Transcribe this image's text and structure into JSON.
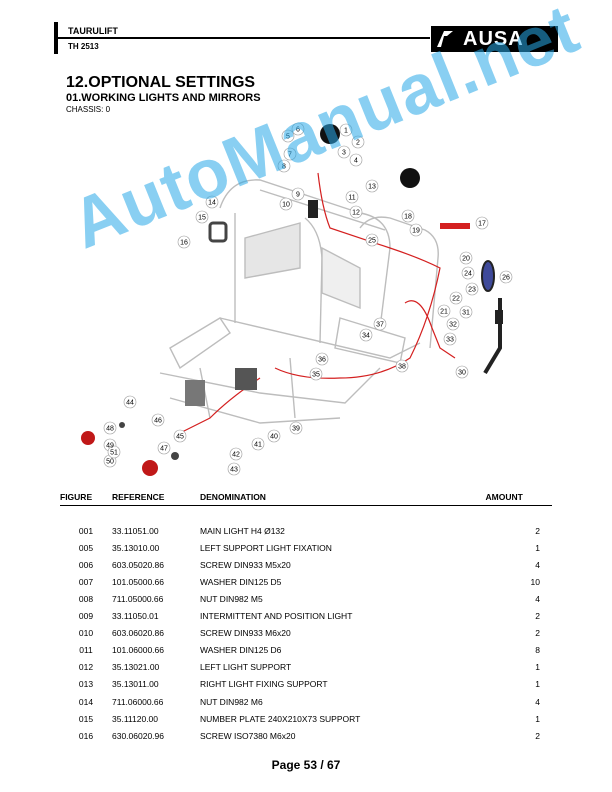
{
  "header": {
    "model": "TAURULIFT",
    "code": "TH 2513",
    "brand": "AUSA"
  },
  "section": {
    "title": "12.OPTIONAL SETTINGS",
    "subtitle": "01.WORKING LIGHTS AND MIRRORS",
    "chassis": "CHASSIS: 0"
  },
  "watermark": "AutoManual.net",
  "diagram_labels": [
    "1",
    "2",
    "3",
    "4",
    "5",
    "6",
    "7",
    "8",
    "9",
    "10",
    "11",
    "12",
    "13",
    "14",
    "15",
    "16",
    "17",
    "18",
    "19",
    "20",
    "21",
    "22",
    "23",
    "24",
    "25",
    "26",
    "30",
    "31",
    "32",
    "33",
    "34",
    "35",
    "36",
    "37",
    "38",
    "39",
    "40",
    "41",
    "42",
    "43",
    "44",
    "45",
    "46",
    "47",
    "48",
    "49",
    "50",
    "51"
  ],
  "table": {
    "headers": {
      "figure": "FIGURE",
      "reference": "REFERENCE",
      "denomination": "DENOMINATION",
      "amount": "AMOUNT"
    },
    "rows": [
      {
        "figure": "001",
        "reference": "33.11051.00",
        "denomination": "MAIN LIGHT H4 Ø132",
        "amount": "2"
      },
      {
        "figure": "005",
        "reference": "35.13010.00",
        "denomination": "LEFT SUPPORT LIGHT FIXATION",
        "amount": "1"
      },
      {
        "figure": "006",
        "reference": "603.05020.86",
        "denomination": "SCREW DIN933 M5x20",
        "amount": "4"
      },
      {
        "figure": "007",
        "reference": "101.05000.66",
        "denomination": "WASHER DIN125 D5",
        "amount": "10"
      },
      {
        "figure": "008",
        "reference": "711.05000.66",
        "denomination": "NUT DIN982 M5",
        "amount": "4"
      },
      {
        "figure": "009",
        "reference": "33.11050.01",
        "denomination": "INTERMITTENT AND POSITION LIGHT",
        "amount": "2"
      },
      {
        "figure": "010",
        "reference": "603.06020.86",
        "denomination": "SCREW DIN933 M6x20",
        "amount": "2"
      },
      {
        "figure": "011",
        "reference": "101.06000.66",
        "denomination": "WASHER DIN125 D6",
        "amount": "8"
      },
      {
        "figure": "012",
        "reference": "35.13021.00",
        "denomination": "LEFT LIGHT SUPPORT",
        "amount": "1"
      },
      {
        "figure": "013",
        "reference": "35.13011.00",
        "denomination": "RIGHT LIGHT FIXING SUPPORT",
        "amount": "1"
      },
      {
        "figure": "014",
        "reference": "711.06000.66",
        "denomination": "NUT DIN982 M6",
        "amount": "4"
      },
      {
        "figure": "015",
        "reference": "35.11120.00",
        "denomination": "NUMBER PLATE 240X210X73 SUPPORT",
        "amount": "1"
      },
      {
        "figure": "016",
        "reference": "630.06020.96",
        "denomination": "SCREW ISO7380 M6x20",
        "amount": "2"
      }
    ]
  },
  "footer": {
    "page": "Page 53 / 67"
  }
}
